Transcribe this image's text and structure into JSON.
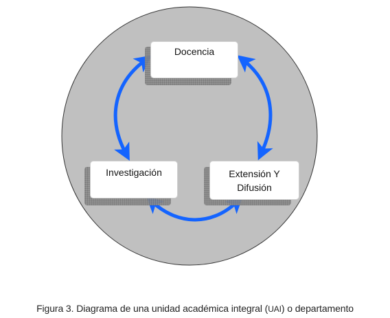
{
  "diagram": {
    "nodes": {
      "docencia": "Docencia",
      "investigacion": "Investigación",
      "extension_line1": "Extensión Y",
      "extension_line2": "Difusión"
    },
    "colors": {
      "circle": "#c0c0c0",
      "arrow": "#1464ff",
      "box": "#ffffff"
    }
  },
  "caption": {
    "prefix": "Figura 3. Diagrama de una unidad académica integral (",
    "abbr": "UAI",
    "suffix": ") o departamento"
  }
}
